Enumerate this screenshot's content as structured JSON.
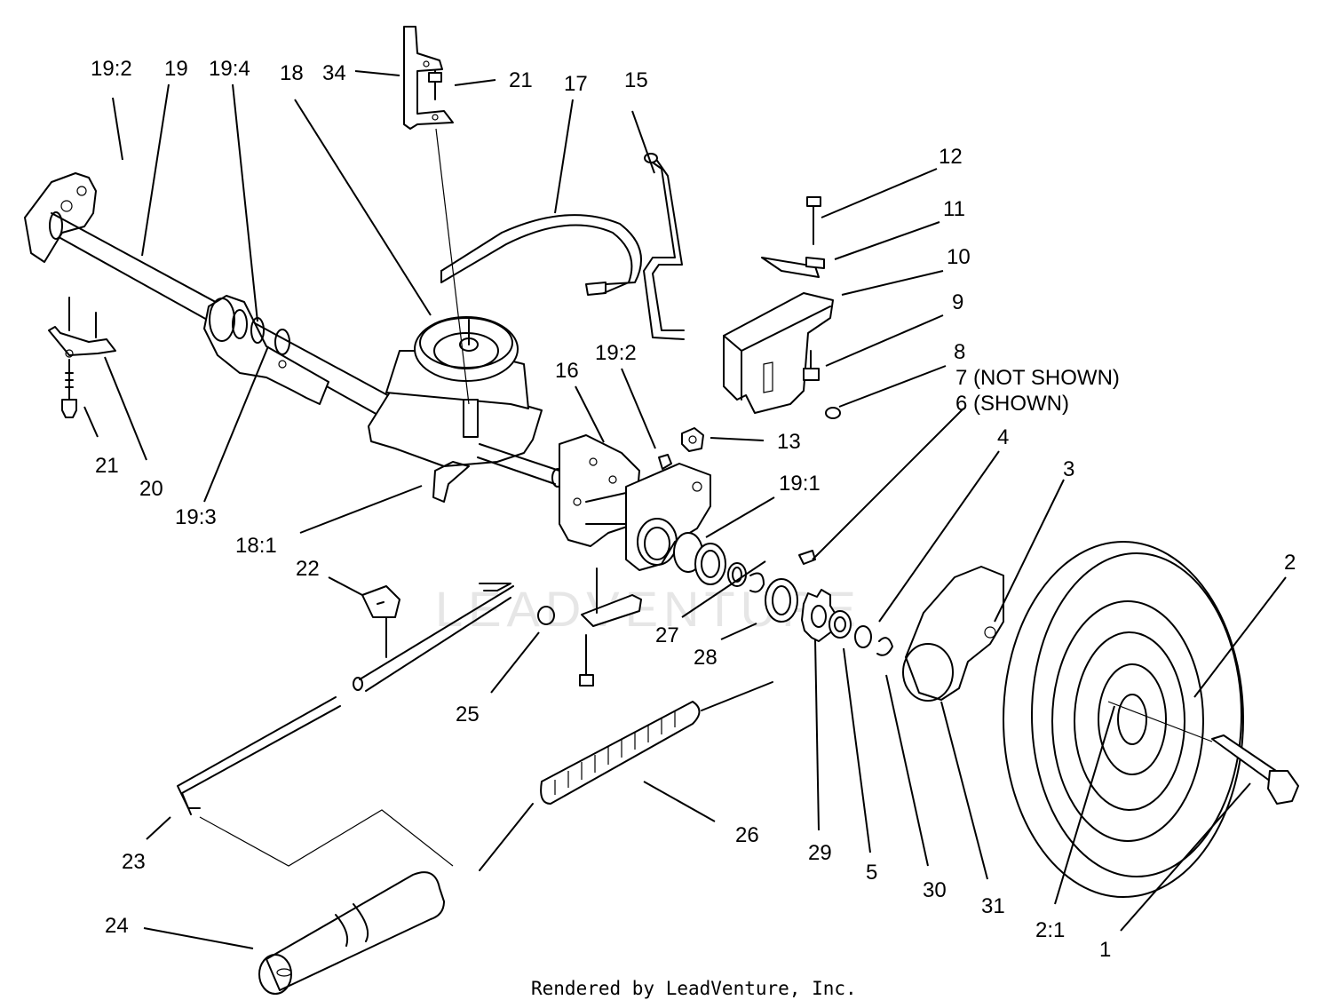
{
  "callouts": {
    "c_19_2_top": "19:2",
    "c_19": "19",
    "c_19_4": "19:4",
    "c_18": "18",
    "c_34": "34",
    "c_21_top": "21",
    "c_17": "17",
    "c_15": "15",
    "c_12": "12",
    "c_11": "11",
    "c_10": "10",
    "c_9": "9",
    "c_8": "8",
    "c_7": "7 (NOT SHOWN)",
    "c_6": "6 (SHOWN)",
    "c_4": "4",
    "c_3": "3",
    "c_2": "2",
    "c_19_2_mid": "19:2",
    "c_16": "16",
    "c_13": "13",
    "c_19_1": "19:1",
    "c_21_left": "21",
    "c_20": "20",
    "c_19_3": "19:3",
    "c_18_1": "18:1",
    "c_22": "22",
    "c_25": "25",
    "c_27": "27",
    "c_28": "28",
    "c_29": "29",
    "c_5": "5",
    "c_30": "30",
    "c_31": "31",
    "c_2_1": "2:1",
    "c_1": "1",
    "c_26": "26",
    "c_23": "23",
    "c_24": "24"
  },
  "watermark": "LEADVENTURE",
  "footer": "Rendered by LeadVenture, Inc."
}
